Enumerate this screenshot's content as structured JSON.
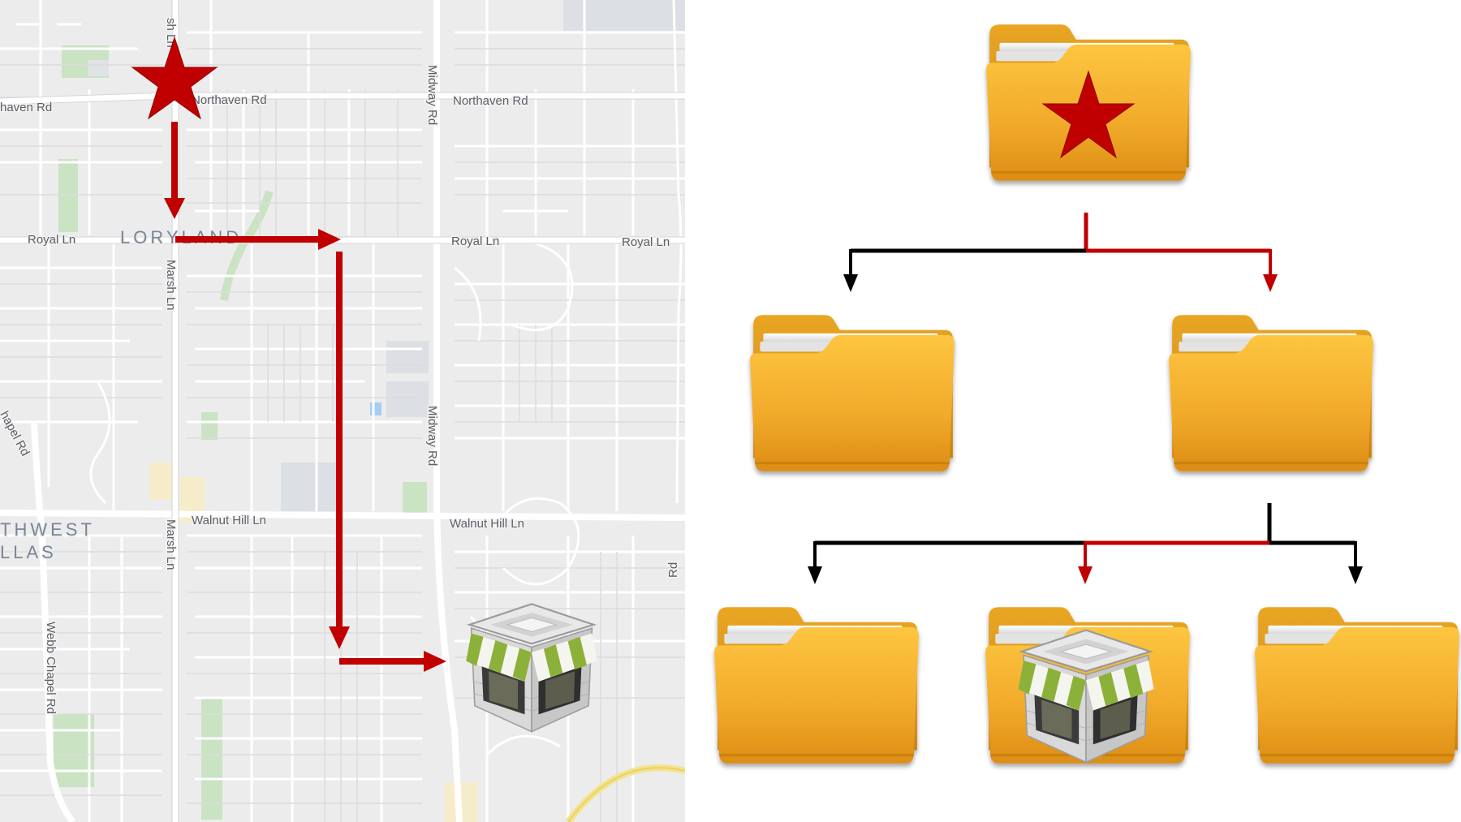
{
  "map": {
    "streets": {
      "marsh_ln_top": "sh Ln",
      "northaven_left": "haven Rd",
      "northaven_center": "Northaven Rd",
      "midway_top": "Midway Rd",
      "northaven_right": "Northaven Rd",
      "royal_left": "Royal Ln",
      "royal_center": "Royal Ln",
      "royal_right": "Royal Ln",
      "marsh_ln_mid": "Marsh Ln",
      "chapel_left": "hapel Rd",
      "midway_mid": "Midway Rd",
      "walnut_center": "Walnut Hill Ln",
      "walnut_right": "Walnut Hill Ln",
      "marsh_ln_low": "Marsh Ln",
      "webb_chapel": "Webb Chapel Rd",
      "edge_right": "Rd"
    },
    "areas": {
      "loryland": "LORYLAND",
      "northwest_line1": "THWEST",
      "northwest_line2": "LLAS"
    },
    "route_color": "#c00000",
    "start_icon": "star-icon",
    "destination_icon": "store-icon"
  },
  "tree": {
    "root_icon": "folder-star-icon",
    "level1": [
      "folder-icon",
      "folder-icon"
    ],
    "level2": [
      "folder-icon",
      "folder-store-icon",
      "folder-icon"
    ],
    "highlight_color": "#c00000",
    "edge_color": "#000000",
    "folder_color": "#f5b42c"
  }
}
